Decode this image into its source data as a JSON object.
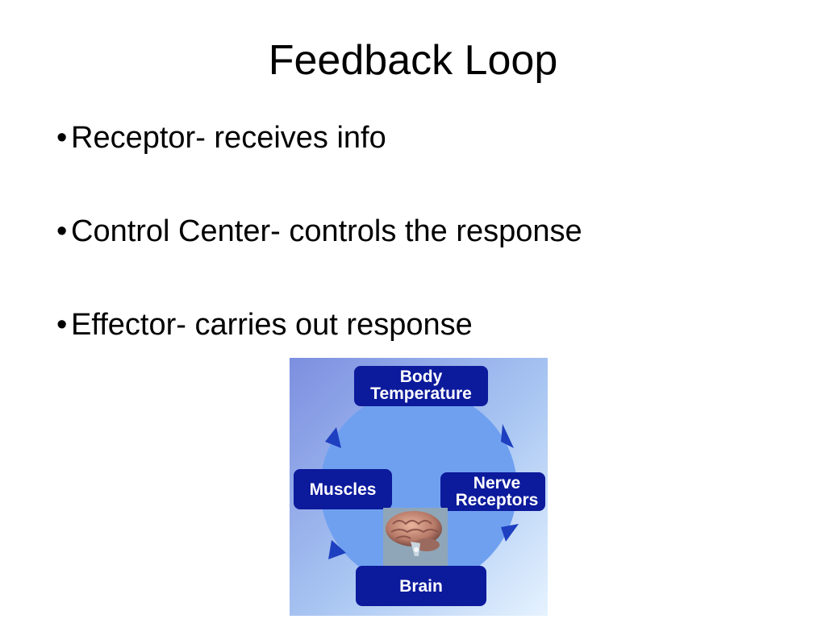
{
  "slide": {
    "title": "Feedback Loop",
    "bullet_symbol": "•",
    "bullets": [
      {
        "text": "Receptor- receives info"
      },
      {
        "text": "Control Center- controls the response"
      },
      {
        "text": "Effector- carries out response"
      }
    ]
  },
  "diagram": {
    "nodes": {
      "body_temperature": {
        "line1": "Body",
        "line2": "Temperature"
      },
      "nerve_receptors": {
        "line1": "Nerve",
        "line2": "Receptors"
      },
      "brain": {
        "label": "Brain"
      },
      "muscles": {
        "label": "Muscles"
      }
    },
    "colors": {
      "background_top_left": "#7c8fe0",
      "background_bottom_right": "#e6f3ff",
      "circle": "#6fa0f0",
      "node_box": "#0c1a9c",
      "arrow": "#1e3fc0"
    },
    "icons": [
      "brain-image",
      "arrow-icon"
    ]
  }
}
